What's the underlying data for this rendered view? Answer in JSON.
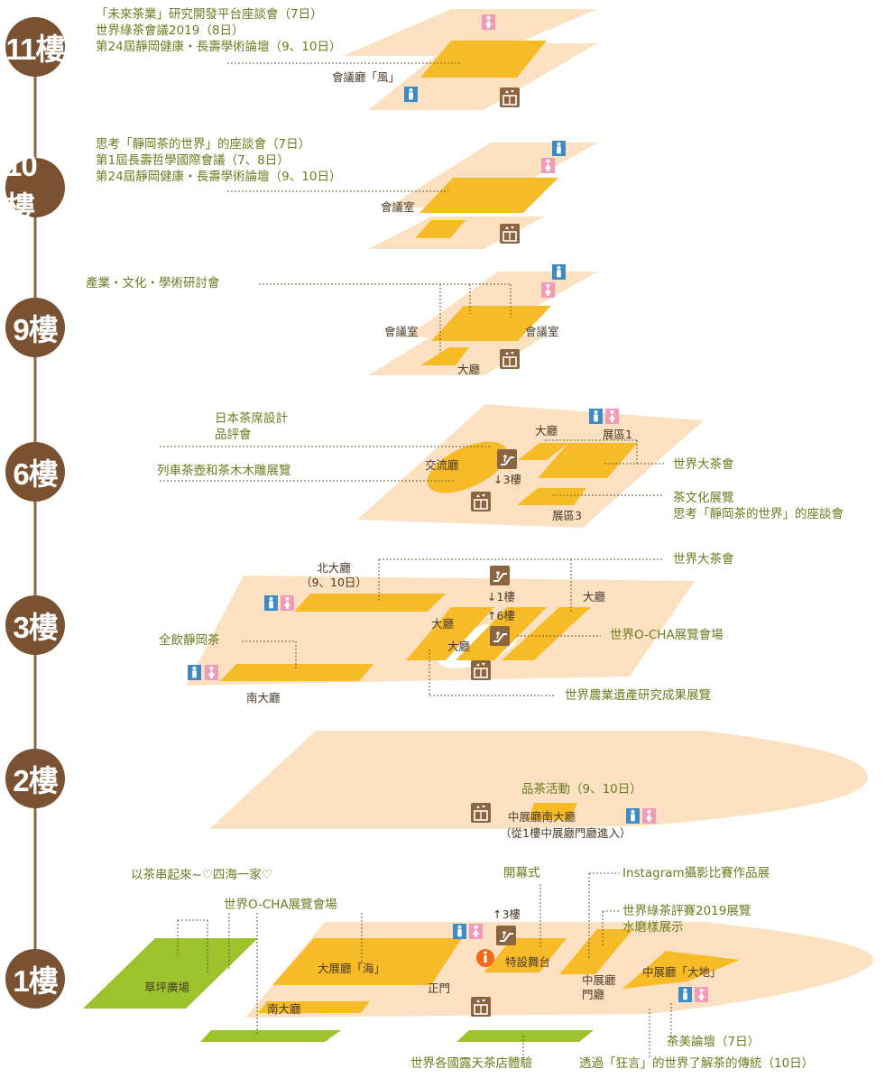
{
  "colors": {
    "floor": "#fbe1c2",
    "room": "#f7bb28",
    "green": "#9cc32b",
    "badge": "#7a5232",
    "annot": "#6a7d1e",
    "man": "#3d8bc4",
    "woman": "#f29bb6"
  },
  "floors": [
    "11樓",
    "10樓",
    "9樓",
    "6樓",
    "3樓",
    "2樓",
    "1樓"
  ],
  "floor11": {
    "lines": [
      "「未來茶業」研究開發平台座談會（7日）",
      "世界綠茶會議2019（8日）",
      "第24屆靜岡健康・長壽學術論壇（9、10日）"
    ],
    "room": "會議廳「風」"
  },
  "floor10": {
    "lines": [
      "思考「靜岡茶的世界」的座談會（7日）",
      "第1屆長壽哲學國際會議（7、8日）",
      "第24屆靜岡健康・長壽學術論壇（9、10日）"
    ],
    "room": "會議室"
  },
  "floor9": {
    "event": "產業・文化・學術研討會",
    "room_left": "會議室",
    "room_right": "會議室",
    "hall": "大廳"
  },
  "floor6": {
    "event1": [
      "日本茶席設計",
      "品評會"
    ],
    "event2": "列車茶壺和茶木木雕展覽",
    "exchange": "交流廳",
    "hall": "大廳",
    "zone1": "展區1",
    "zone3": "展區3",
    "down": "↓3樓",
    "world_tea": "世界大茶會",
    "tea_culture": [
      "茶文化展覽",
      "思考「靜岡茶的世界」的座談會"
    ]
  },
  "floor3": {
    "north": [
      "北大廳",
      "（9、10日）"
    ],
    "south": "南大廳",
    "drink": "全飲靜岡茶",
    "hall_a": "大廳",
    "hall_b": "大廳",
    "hall_c": "大廳",
    "down": "↓1樓",
    "up": "↑6樓",
    "world_tea": "世界大茶會",
    "ocha": "世界O-CHA展覽會場",
    "heritage": "世界農業遺產研究成果展覽"
  },
  "floor2": {
    "tasting": "品茶活動（9、10日）",
    "hall": "中展廳南大廳",
    "note": "（從1樓中展廳門廳進入）"
  },
  "floor1": {
    "friends": "以茶串起來~♡四海一家♡",
    "ocha": "世界O-CHA展覽會場",
    "opening": "開幕式",
    "up": "↑3樓",
    "instagram": "Instagram攝影比賽作品展",
    "green_tea": [
      "世界綠茶評賽2019展覽",
      "水磨樣展示"
    ],
    "lawn": "草坪廣場",
    "sea": "大展廳「海」",
    "stage": "特設舞台",
    "gate": "正門",
    "south": "南大廳",
    "mid_lobby": [
      "中展廳",
      "門廳"
    ],
    "earth": "中展廳「大地」",
    "forum": "茶美論壇（7日）",
    "kyogen": "透過「狂言」的世界了解茶的傳統（10日）",
    "outdoor": "世界各國露天茶店體驗"
  },
  "icons": [
    "elevator-icon",
    "escalator-icon",
    "man-restroom-icon",
    "woman-restroom-icon",
    "information-icon"
  ]
}
